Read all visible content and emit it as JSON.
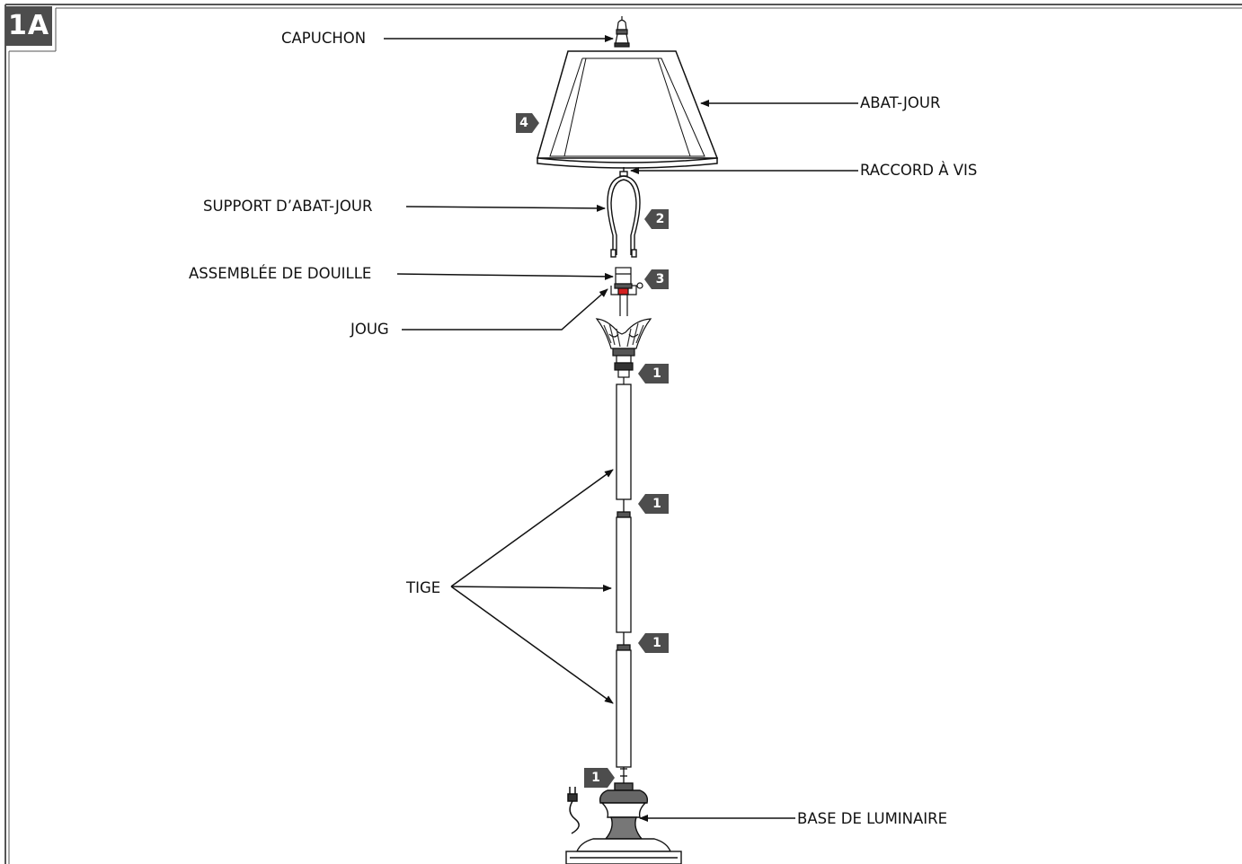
{
  "figure_tag": "1A",
  "labels": {
    "capuchon": "CAPUCHON",
    "abat_jour": "ABAT-JOUR",
    "raccord": "RACCORD À VIS",
    "support": "SUPPORT D’ABAT-JOUR",
    "douille": "ASSEMBLÉE DE DOUILLE",
    "joug": "JOUG",
    "tige": "TIGE",
    "base": "BASE DE LUMINAIRE"
  },
  "step_badges": {
    "shade": "4",
    "harp": "2",
    "socket": "3",
    "finial_base": "1",
    "rod_1_2": "1",
    "rod_2_3": "1",
    "rod_base": "1"
  },
  "colors": {
    "badge": "#4d4d4d",
    "line": "#111111",
    "socket_accent": "#d21f1f"
  }
}
